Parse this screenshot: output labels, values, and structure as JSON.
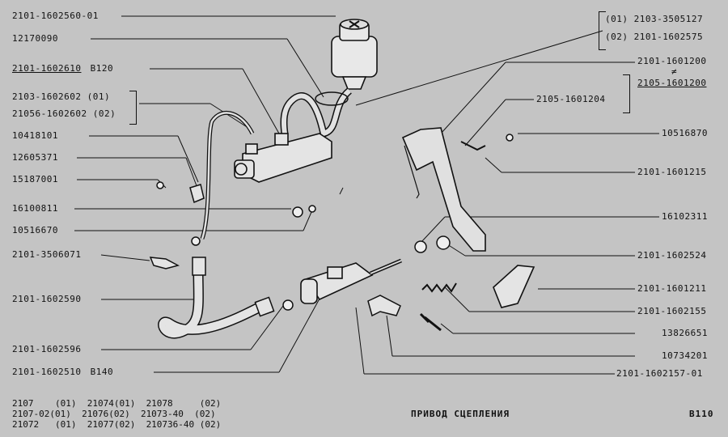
{
  "labels": {
    "l1": "2101-1602560-01",
    "l2": "12170090",
    "l3a": "2101-1602610",
    "l3b": "B120",
    "l4": "2103-1602602  (01)",
    "l5": "21056-1602602 (02)",
    "l6": "10418101",
    "l7": "12605371",
    "l8": "15187001",
    "l9": "16100811",
    "l10": "10516670",
    "l11": "2101-3506071",
    "l12": "2101-1602590",
    "l13": "2101-1602596",
    "l14a": "2101-1602510",
    "l14b": "B140",
    "r1": "(01) 2103-3505127",
    "r2": "(02) 2101-1602575",
    "r3": "2101-1601200",
    "r3x": "≠",
    "r4": "2105-1601200",
    "r5": "2105-1601204",
    "r6": "10516870",
    "r7": "2101-1601215",
    "r8": "16102311",
    "r9": "2101-1602524",
    "r10": "2101-1601211",
    "r11": "2101-1602155",
    "r12": "13826651",
    "r13": "10734201",
    "r14": "2101-1602157-01"
  },
  "footer": {
    "row1": "2107    (01)  21074(01)  21078     (02)",
    "row2": "2107-02(01)  21076(02)  21073-40  (02)",
    "row3": "21072   (01)  21077(02)  210736-40 (02)"
  },
  "title": "ПРИВОД  СЦЕПЛЕНИЯ",
  "page_code": "B110"
}
